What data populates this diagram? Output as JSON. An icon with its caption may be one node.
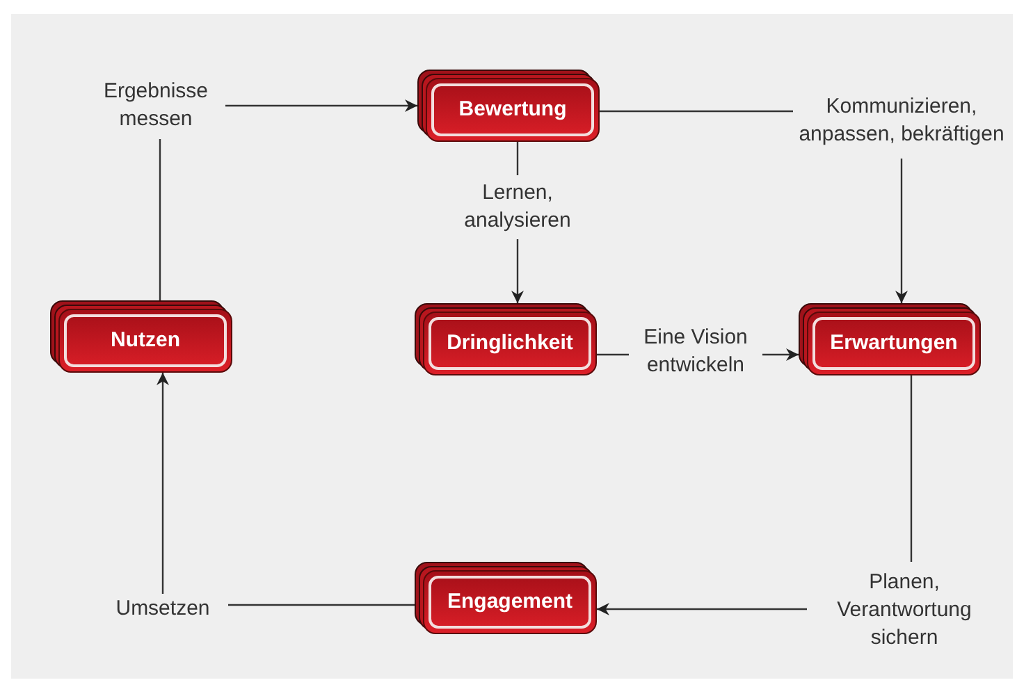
{
  "diagram": {
    "nodes": [
      {
        "text": [
          "Ergebnisse messen"
        ]
      },
      {
        "text": [
          "Bewertung"
        ]
      },
      {
        "text": [
          "Kommunizieren, anpassen, bekräftigen"
        ]
      },
      {
        "text": [
          "Lernen, analysieren"
        ]
      },
      {
        "text": [
          "Nutzen"
        ]
      },
      {
        "text": [
          "Dringlichkeit"
        ]
      },
      {
        "text": [
          "Eine Vision entwickeln"
        ]
      },
      {
        "text": [
          "Erwartungen"
        ]
      },
      {
        "text": [
          "Umsetzen"
        ]
      },
      {
        "text": [
          "Engagement"
        ]
      },
      {
        "text": [
          "Planen, Verantwortung sichern"
        ]
      }
    ],
    "edges": [
      {
        "from": 4,
        "to": 0,
        "arrow": "none"
      },
      {
        "from": 0,
        "to": 1,
        "arrow": "to"
      },
      {
        "from": 1,
        "to": 2,
        "arrow": "none"
      },
      {
        "from": 2,
        "to": 7,
        "arrow": "to"
      },
      {
        "from": 1,
        "to": 3,
        "arrow": "none"
      },
      {
        "from": 3,
        "to": 5,
        "arrow": "to"
      },
      {
        "from": 5,
        "to": 6,
        "arrow": "none"
      },
      {
        "from": 6,
        "to": 7,
        "arrow": "to"
      },
      {
        "from": 7,
        "to": 10,
        "arrow": "none"
      },
      {
        "from": 10,
        "to": 9,
        "arrow": "to"
      },
      {
        "from": 9,
        "to": 8,
        "arrow": "none"
      },
      {
        "from": 8,
        "to": 4,
        "arrow": "to"
      }
    ]
  }
}
